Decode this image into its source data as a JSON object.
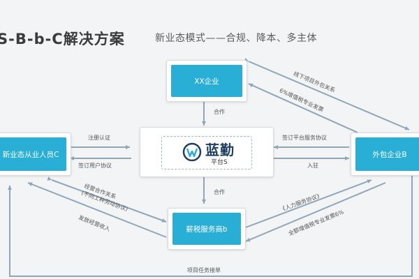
{
  "header": {
    "title": "S-B-b-C解决方案",
    "subtitle": "新业态模式——合规、降本、多主体"
  },
  "nodes": {
    "xx_enterprise": "XX企业",
    "platform_name": "蓝勤",
    "platform_sub": "平台S",
    "individual": "新业态从业人员C",
    "outsourcing": "外包企业B",
    "tax_service": "薪税服务商b"
  },
  "edges": {
    "cooperate_top": "合作",
    "cooperate_bottom": "合作",
    "register": "注册认证",
    "sign_user_agreement": "签订用户协议",
    "sign_platform_agreement": "签订平台服务协议",
    "enter": "入驻",
    "offline_outsourcing": "线下项目外包关系",
    "vat_invoice_6": "6%增值税专业发票",
    "business_cooperation": "经营合作关系",
    "labor_note": "(不同工种劳动协议)",
    "pay_income": "发放经营收入",
    "hr_agreement": "《人力服务协议》",
    "full_vat_invoice": "全额增值税专业发票6%",
    "task_acceptance": "项目任务接单"
  },
  "colors": {
    "accent": "#29aed6",
    "arrow": "#8fa6b8",
    "brand_text": "#1f3f63"
  }
}
